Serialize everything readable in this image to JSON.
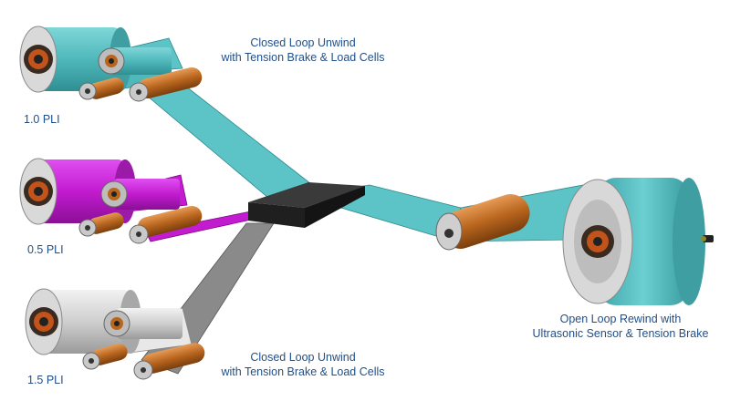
{
  "labels": {
    "unwind_top_line1": "Closed Loop Unwind",
    "unwind_top_line2": "with Tension Brake & Load Cells",
    "unwind_bottom_line1": "Closed Loop Unwind",
    "unwind_bottom_line2": "with Tension Brake & Load Cells",
    "rewind_line1": "Open Loop Rewind with",
    "rewind_line2": "Ultrasonic Sensor & Tension Brake",
    "pli_top": "1.0 PLI",
    "pli_middle": "0.5 PLI",
    "pli_bottom": "1.5 PLI"
  },
  "colors": {
    "teal_web": "#5cc3c6",
    "magenta_web": "#c21bd0",
    "gray_web": "#8a8a8a",
    "roller_orange": "#b8651e",
    "combiner": "#2b2b2b",
    "label_text": "#1f4f8a"
  }
}
